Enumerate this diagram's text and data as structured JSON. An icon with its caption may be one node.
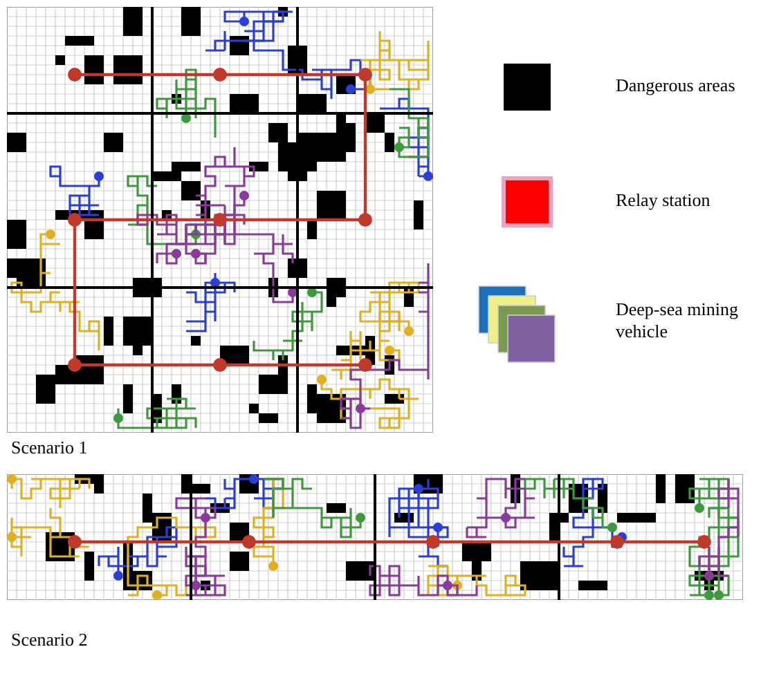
{
  "diagram": {
    "labels": [
      "Scenario 1",
      "Scenario 2"
    ],
    "legend": [
      {
        "text": "Dangerous areas",
        "color": "#000000"
      },
      {
        "text": "Relay station",
        "color": "#ff0000"
      },
      {
        "text": "Deep-sea mining vehicle"
      }
    ]
  }
}
